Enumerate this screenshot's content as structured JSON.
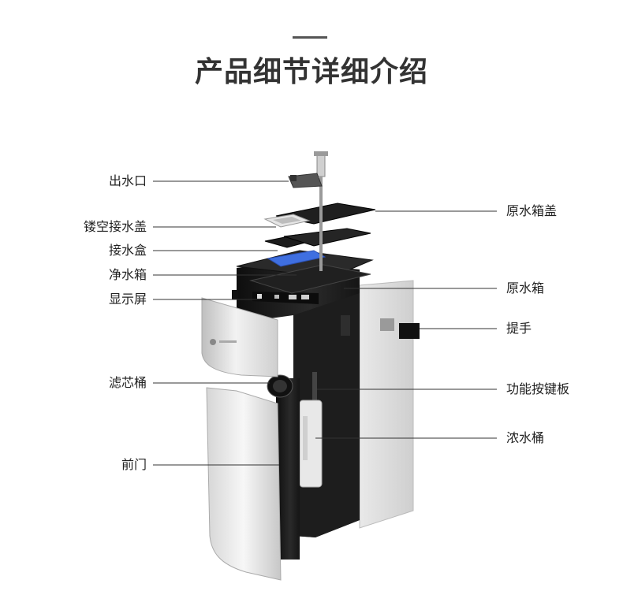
{
  "title": "产品细节详细介绍",
  "labels_left": {
    "outlet": "出水口",
    "hollow_cover": "镂空接水盖",
    "drip_box": "接水盒",
    "pure_tank": "净水箱",
    "display": "显示屏",
    "filter_barrel": "滤芯桶",
    "front_door": "前门"
  },
  "labels_right": {
    "raw_tank_lid": "原水箱盖",
    "raw_tank": "原水箱",
    "handle": "提手",
    "button_panel": "功能按键板",
    "concentrate_barrel": "浓水桶"
  },
  "colors": {
    "title": "#333333",
    "body_dark": "#1b1b1b",
    "panel_silver": "#d9d9d9",
    "accent_blue": "#3f6fe0"
  },
  "icons": [
    "faucet-icon",
    "water-purifier-exploded-view"
  ]
}
